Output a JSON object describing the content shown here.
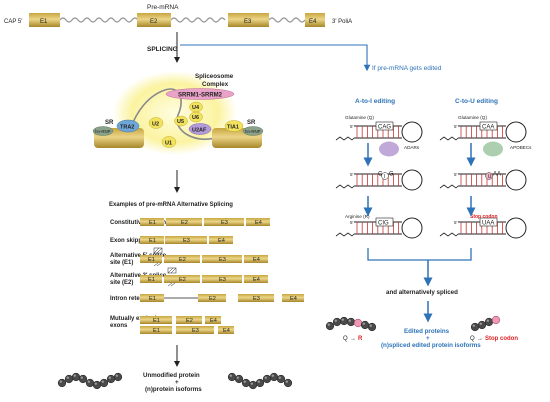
{
  "premrna": {
    "title": "Pre-mRNA",
    "cap": "CAP 5'",
    "polya": "3' PoliA",
    "exons": [
      "E1",
      "E2",
      "E3",
      "E4"
    ]
  },
  "labels": {
    "splicing": "SPLICING",
    "edited_branch": "If pre-mRNA gets edited",
    "examples_title": "Examples of pre-mRNA Alternative Splicing",
    "and_alt": "and alternatively spliced",
    "edited_proteins": "Edited proteins",
    "plus": "+",
    "nspliced_edited": "(n)spliced edited protein isoforms",
    "unmodified": "Unmodified protein",
    "plus2": "+",
    "nprotein": "(n)protein isoforms",
    "q_to_r_left": "Q",
    "q_to_r_right": "R",
    "q_to_stop_left": "Q",
    "q_to_stop_right": "Stop codon"
  },
  "spliceosome": {
    "title_line1": "Spliceosome",
    "title_line2": "Complex",
    "srrm": "SRRM1-SRRM2",
    "u4": "U4",
    "u6": "U6",
    "u2": "U2",
    "u5": "U5",
    "u1": "U1",
    "u2af": "U2AF",
    "tra2": "TRA2",
    "tia1": "TIA1",
    "sr_left": "SR",
    "sr_right": "SR",
    "hnrnp_left": "hn-RNP",
    "hnrnp_right": "hn-RNP"
  },
  "splicing_types": [
    {
      "label": "Constitutive Splicing",
      "exons": [
        "E1",
        "E2",
        "E3",
        "E4"
      ]
    },
    {
      "label": "Exon skipping",
      "exons": [
        "E1",
        "E3",
        "E4"
      ]
    },
    {
      "label": "Alternative 5' splice site (E1)",
      "exons": [
        "E1",
        "E2",
        "E3",
        "E4"
      ]
    },
    {
      "label": "Alternative 3' splice site (E2)",
      "exons": [
        "E1",
        "E2",
        "E3",
        "E4"
      ]
    },
    {
      "label": "Intron retention",
      "exons": [
        "E1",
        "E2",
        "E3",
        "E4"
      ]
    },
    {
      "label": "Mutually exclusive exons",
      "exons": [
        "E1",
        "E2",
        "E4",
        "E1",
        "E3",
        "E4"
      ]
    }
  ],
  "editing": {
    "a_to_i": {
      "title": "A-to-I editing",
      "codon_label": "Glutamine (Q)",
      "codon": "CAG",
      "enzyme": "ADARs",
      "mid_codon_a": "C",
      "mid_codon_mark": "I",
      "mid_codon_c": "G",
      "result_label": "Arginine (R)",
      "result_codon": "CIG",
      "five_prime": "5'"
    },
    "c_to_u": {
      "title": "C-to-U editing",
      "codon_label": "Glutamine (Q)",
      "codon": "CAA",
      "enzyme": "APOBECs",
      "mid_codon_mark": "U",
      "mid_codon_rest": "AA",
      "result_label": "Stop codon",
      "result_codon": "UAA",
      "five_prime": "5'"
    }
  },
  "colors": {
    "exon": "#d2b64e",
    "exon_dark": "#a8892a",
    "arrow_blue": "#2e73b8",
    "stop_red": "#d22222",
    "tra2": "#6fa6d8",
    "u2af": "#b39ad8",
    "srrm": "#e9a2c8",
    "u_snrnp": "#f2e25e",
    "glow": "#fbf6a8",
    "adar": "#b59ad1",
    "apobec": "#9ec7a2"
  }
}
